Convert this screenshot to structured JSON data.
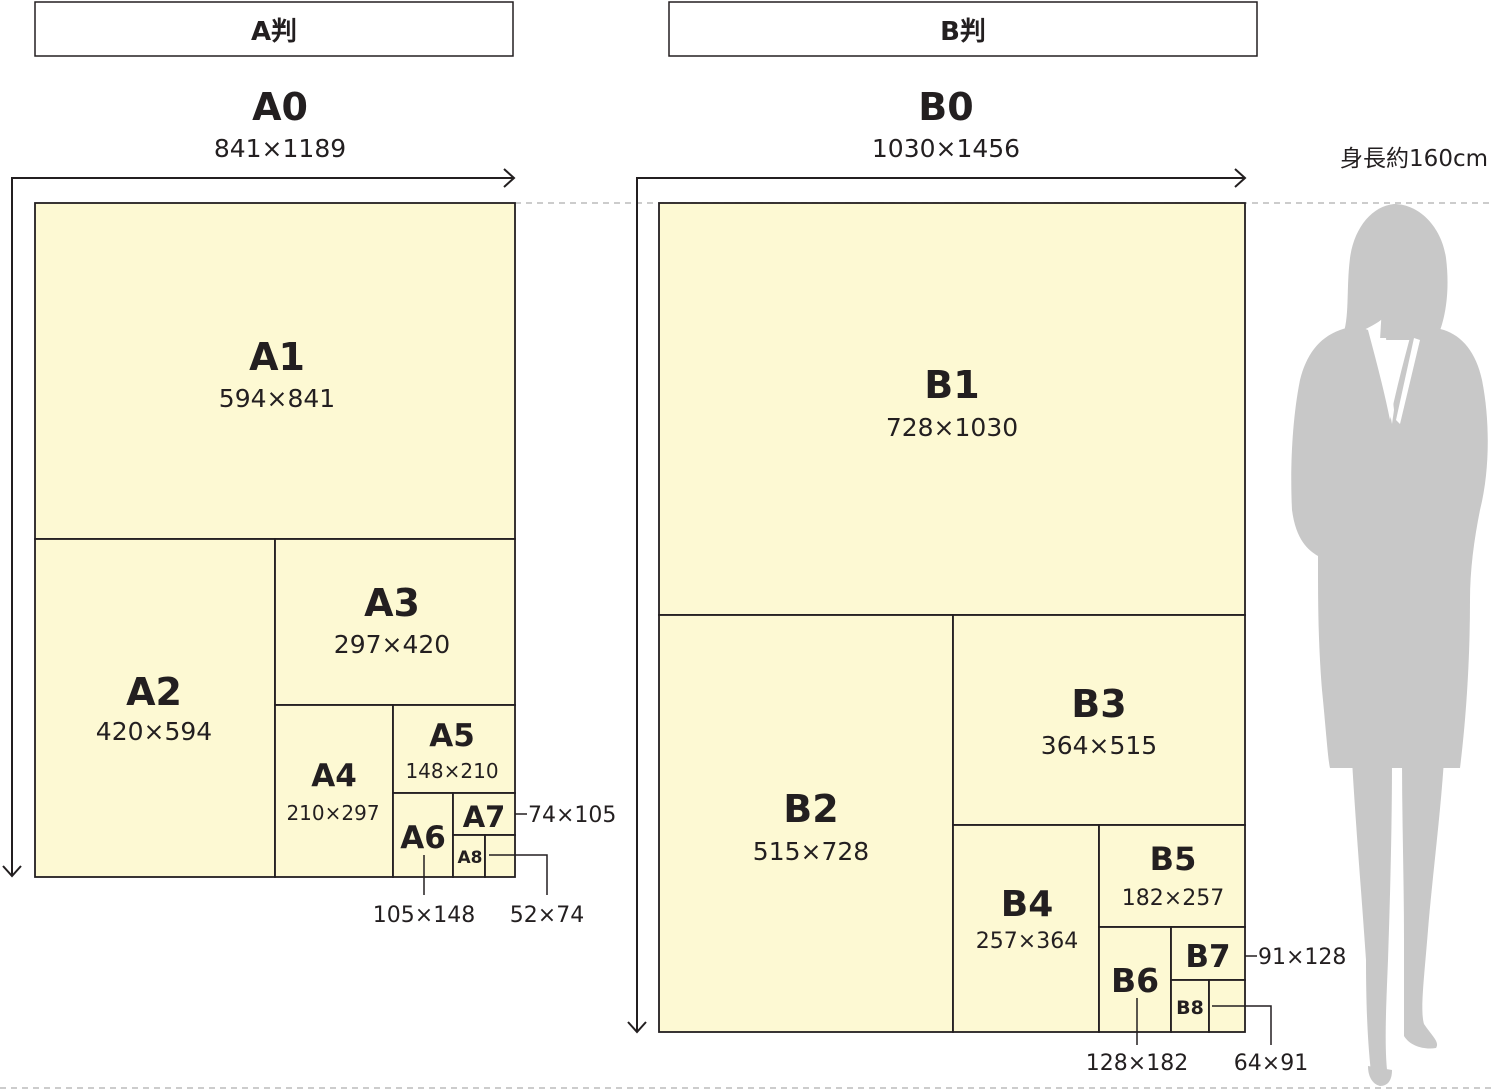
{
  "colors": {
    "paper_fill": "#fdf9d3",
    "stroke": "#231f20",
    "silhouette": "#c8c8c8",
    "dashed": "#bbbbbb"
  },
  "a_series": {
    "header": "A判",
    "a0": {
      "label": "A0",
      "size": "841×1189"
    },
    "a1": {
      "label": "A1",
      "size": "594×841"
    },
    "a2": {
      "label": "A2",
      "size": "420×594"
    },
    "a3": {
      "label": "A3",
      "size": "297×420"
    },
    "a4": {
      "label": "A4",
      "size": "210×297"
    },
    "a5": {
      "label": "A5",
      "size": "148×210"
    },
    "a6": {
      "label": "A6",
      "size": "105×148"
    },
    "a7": {
      "label": "A7",
      "size": "74×105"
    },
    "a8": {
      "label": "A8",
      "size": "52×74"
    }
  },
  "b_series": {
    "header": "B判",
    "b0": {
      "label": "B0",
      "size": "1030×1456"
    },
    "b1": {
      "label": "B1",
      "size": "728×1030"
    },
    "b2": {
      "label": "B2",
      "size": "515×728"
    },
    "b3": {
      "label": "B3",
      "size": "364×515"
    },
    "b4": {
      "label": "B4",
      "size": "257×364"
    },
    "b5": {
      "label": "B5",
      "size": "182×257"
    },
    "b6": {
      "label": "B6",
      "size": "128×182"
    },
    "b7": {
      "label": "B7",
      "size": "91×128"
    },
    "b8": {
      "label": "B8",
      "size": "64×91"
    }
  },
  "person": {
    "label": "身長約160cm",
    "icon": "person-silhouette-icon"
  }
}
